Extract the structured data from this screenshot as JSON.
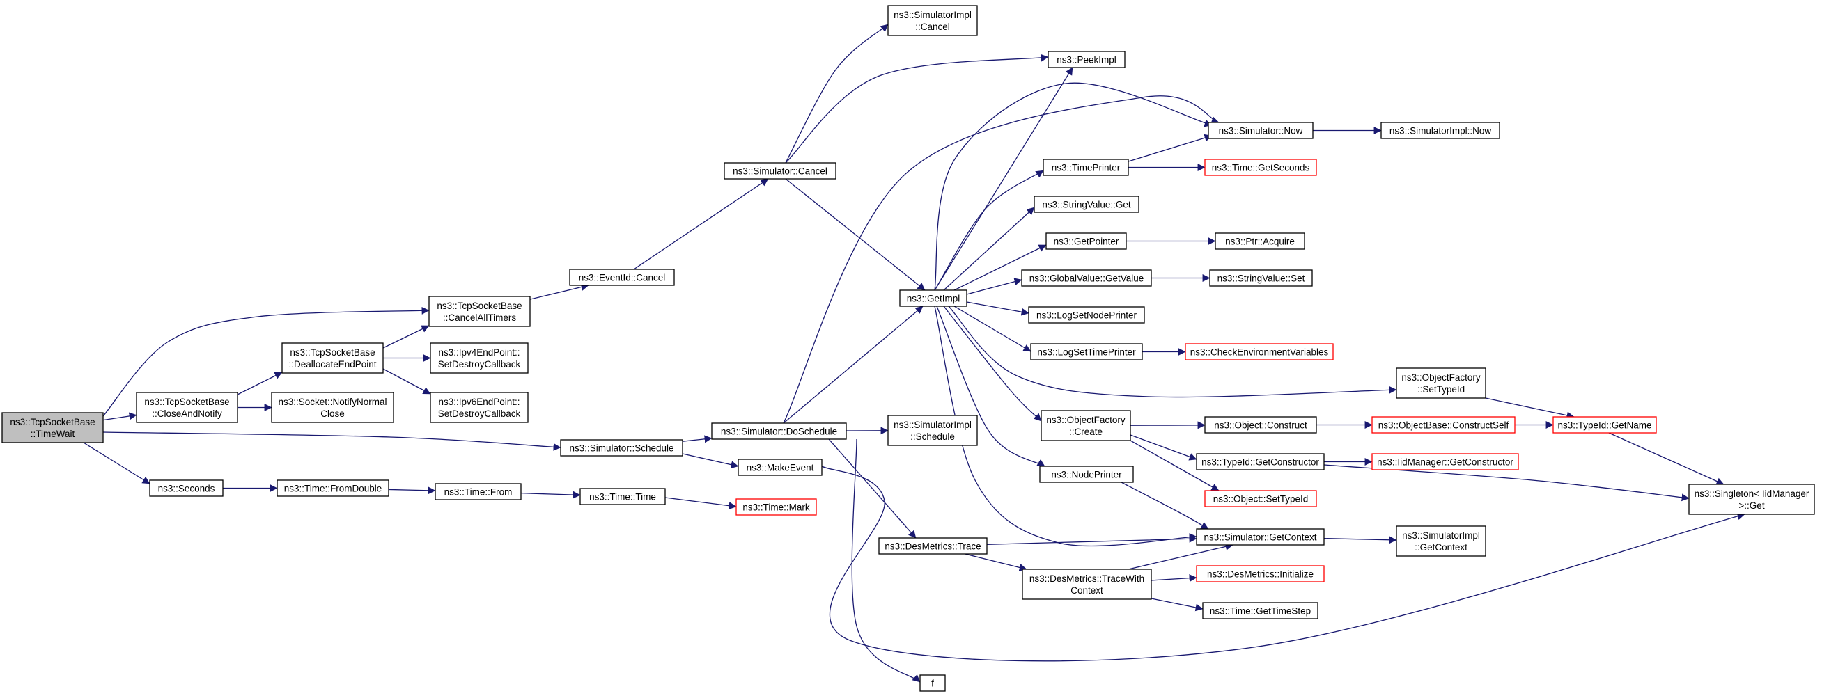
{
  "colors": {
    "edge": "#191970",
    "node_border": "#000000",
    "truncated_border": "#ff0000",
    "root_fill": "#bfbfbf",
    "node_fill": "#ffffff",
    "text": "#000000"
  },
  "nodes": [
    {
      "id": "timewait",
      "lines": [
        "ns3::TcpSocketBase",
        "::TimeWait"
      ],
      "root": true
    },
    {
      "id": "cancelalltimers",
      "lines": [
        "ns3::TcpSocketBase",
        "::CancelAllTimers"
      ]
    },
    {
      "id": "closeandnotify",
      "lines": [
        "ns3::TcpSocketBase",
        "::CloseAndNotify"
      ]
    },
    {
      "id": "simschedule",
      "lines": [
        "ns3::Simulator::Schedule"
      ]
    },
    {
      "id": "seconds",
      "lines": [
        "ns3::Seconds"
      ]
    },
    {
      "id": "eventidcancel",
      "lines": [
        "ns3::EventId::Cancel"
      ]
    },
    {
      "id": "deallocateendpoint",
      "lines": [
        "ns3::TcpSocketBase",
        "::DeallocateEndPoint"
      ]
    },
    {
      "id": "notifynormalclose",
      "lines": [
        "ns3::Socket::NotifyNormal",
        "Close"
      ]
    },
    {
      "id": "ipv4destroy",
      "lines": [
        "ns3::Ipv4EndPoint::",
        "SetDestroyCallback"
      ]
    },
    {
      "id": "ipv6destroy",
      "lines": [
        "ns3::Ipv6EndPoint::",
        "SetDestroyCallback"
      ]
    },
    {
      "id": "fromdouble",
      "lines": [
        "ns3::Time::FromDouble"
      ]
    },
    {
      "id": "timefrom",
      "lines": [
        "ns3::Time::From"
      ]
    },
    {
      "id": "timetime",
      "lines": [
        "ns3::Time::Time"
      ]
    },
    {
      "id": "timemark",
      "lines": [
        "ns3::Time::Mark"
      ],
      "truncated": true
    },
    {
      "id": "simcancel",
      "lines": [
        "ns3::Simulator::Cancel"
      ]
    },
    {
      "id": "dosched",
      "lines": [
        "ns3::Simulator::DoSchedule"
      ]
    },
    {
      "id": "makeevent",
      "lines": [
        "ns3::MakeEvent"
      ]
    },
    {
      "id": "simimplcancel",
      "lines": [
        "ns3::SimulatorImpl",
        "::Cancel"
      ]
    },
    {
      "id": "peekimpl",
      "lines": [
        "ns3::PeekImpl"
      ]
    },
    {
      "id": "getimpl",
      "lines": [
        "ns3::GetImpl"
      ]
    },
    {
      "id": "simimplschedule",
      "lines": [
        "ns3::SimulatorImpl",
        "::Schedule"
      ]
    },
    {
      "id": "destrace",
      "lines": [
        "ns3::DesMetrics::Trace"
      ]
    },
    {
      "id": "f",
      "lines": [
        "f"
      ]
    },
    {
      "id": "simnow",
      "lines": [
        "ns3::Simulator::Now"
      ]
    },
    {
      "id": "timeprinter",
      "lines": [
        "ns3::TimePrinter"
      ]
    },
    {
      "id": "stringvalueget",
      "lines": [
        "ns3::StringValue::Get"
      ]
    },
    {
      "id": "getpointer",
      "lines": [
        "ns3::GetPointer"
      ]
    },
    {
      "id": "globalvalue",
      "lines": [
        "ns3::GlobalValue::GetValue"
      ]
    },
    {
      "id": "logsetnode",
      "lines": [
        "ns3::LogSetNodePrinter"
      ]
    },
    {
      "id": "logsettime",
      "lines": [
        "ns3::LogSetTimePrinter"
      ]
    },
    {
      "id": "ofcreate",
      "lines": [
        "ns3::ObjectFactory",
        "::Create"
      ]
    },
    {
      "id": "nodeprinter",
      "lines": [
        "ns3::NodePrinter"
      ]
    },
    {
      "id": "tracewithcontext",
      "lines": [
        "ns3::DesMetrics::TraceWith",
        "Context"
      ]
    },
    {
      "id": "simimplnow",
      "lines": [
        "ns3::SimulatorImpl::Now"
      ]
    },
    {
      "id": "timegetseconds",
      "lines": [
        "ns3::Time::GetSeconds"
      ],
      "truncated": true
    },
    {
      "id": "ptracquire",
      "lines": [
        "ns3::Ptr::Acquire"
      ]
    },
    {
      "id": "stringvalueset",
      "lines": [
        "ns3::StringValue::Set"
      ]
    },
    {
      "id": "checkenv",
      "lines": [
        "ns3::CheckEnvironmentVariables"
      ],
      "truncated": true
    },
    {
      "id": "objconstruct",
      "lines": [
        "ns3::Object::Construct"
      ]
    },
    {
      "id": "typeidgetconstructor",
      "lines": [
        "ns3::TypeId::GetConstructor"
      ]
    },
    {
      "id": "objsettypeid",
      "lines": [
        "ns3::Object::SetTypeId"
      ],
      "truncated": true
    },
    {
      "id": "simgetcontext",
      "lines": [
        "ns3::Simulator::GetContext"
      ]
    },
    {
      "id": "desinitialize",
      "lines": [
        "ns3::DesMetrics::Initialize"
      ],
      "truncated": true
    },
    {
      "id": "timegettimestep",
      "lines": [
        "ns3::Time::GetTimeStep"
      ]
    },
    {
      "id": "ofsettypeid",
      "lines": [
        "ns3::ObjectFactory",
        "::SetTypeId"
      ]
    },
    {
      "id": "objbaseconstructself",
      "lines": [
        "ns3::ObjectBase::ConstructSelf"
      ],
      "truncated": true
    },
    {
      "id": "iidmanagergetconstructor",
      "lines": [
        "ns3::IidManager::GetConstructor"
      ],
      "truncated": true
    },
    {
      "id": "simimplgetcontext",
      "lines": [
        "ns3::SimulatorImpl",
        "::GetContext"
      ]
    },
    {
      "id": "typeidgetname",
      "lines": [
        "ns3::TypeId::GetName"
      ],
      "truncated": true
    },
    {
      "id": "singletonget",
      "lines": [
        "ns3::Singleton< IidManager",
        ">::Get"
      ]
    }
  ],
  "edges": [
    [
      "timewait",
      "cancelalltimers"
    ],
    [
      "timewait",
      "closeandnotify"
    ],
    [
      "timewait",
      "simschedule"
    ],
    [
      "timewait",
      "seconds"
    ],
    [
      "closeandnotify",
      "deallocateendpoint"
    ],
    [
      "closeandnotify",
      "notifynormalclose"
    ],
    [
      "deallocateendpoint",
      "cancelalltimers"
    ],
    [
      "deallocateendpoint",
      "ipv4destroy"
    ],
    [
      "deallocateendpoint",
      "ipv6destroy"
    ],
    [
      "cancelalltimers",
      "eventidcancel"
    ],
    [
      "eventidcancel",
      "simcancel"
    ],
    [
      "seconds",
      "fromdouble"
    ],
    [
      "fromdouble",
      "timefrom"
    ],
    [
      "timefrom",
      "timetime"
    ],
    [
      "timetime",
      "timemark"
    ],
    [
      "simschedule",
      "dosched"
    ],
    [
      "simschedule",
      "makeevent"
    ],
    [
      "simcancel",
      "simimplcancel"
    ],
    [
      "simcancel",
      "peekimpl"
    ],
    [
      "simcancel",
      "getimpl"
    ],
    [
      "dosched",
      "getimpl"
    ],
    [
      "dosched",
      "simnow"
    ],
    [
      "dosched",
      "simimplschedule"
    ],
    [
      "dosched",
      "destrace"
    ],
    [
      "dosched",
      "f"
    ],
    [
      "makeevent",
      "singletonget"
    ],
    [
      "getimpl",
      "peekimpl"
    ],
    [
      "getimpl",
      "simnow"
    ],
    [
      "getimpl",
      "timeprinter"
    ],
    [
      "getimpl",
      "stringvalueget"
    ],
    [
      "getimpl",
      "getpointer"
    ],
    [
      "getimpl",
      "globalvalue"
    ],
    [
      "getimpl",
      "logsetnode"
    ],
    [
      "getimpl",
      "logsettime"
    ],
    [
      "getimpl",
      "ofsettypeid"
    ],
    [
      "getimpl",
      "ofcreate"
    ],
    [
      "getimpl",
      "nodeprinter"
    ],
    [
      "getimpl",
      "simgetcontext"
    ],
    [
      "timeprinter",
      "simnow"
    ],
    [
      "timeprinter",
      "timegetseconds"
    ],
    [
      "simnow",
      "simimplnow"
    ],
    [
      "getpointer",
      "ptracquire"
    ],
    [
      "globalvalue",
      "stringvalueset"
    ],
    [
      "logsettime",
      "checkenv"
    ],
    [
      "ofcreate",
      "objconstruct"
    ],
    [
      "ofcreate",
      "typeidgetconstructor"
    ],
    [
      "ofcreate",
      "objsettypeid"
    ],
    [
      "nodeprinter",
      "simgetcontext"
    ],
    [
      "objconstruct",
      "objbaseconstructself"
    ],
    [
      "objbaseconstructself",
      "typeidgetname"
    ],
    [
      "ofsettypeid",
      "typeidgetname"
    ],
    [
      "typeidgetname",
      "singletonget"
    ],
    [
      "typeidgetconstructor",
      "iidmanagergetconstructor"
    ],
    [
      "typeidgetconstructor",
      "singletonget"
    ],
    [
      "destrace",
      "simgetcontext"
    ],
    [
      "destrace",
      "tracewithcontext"
    ],
    [
      "tracewithcontext",
      "simgetcontext"
    ],
    [
      "tracewithcontext",
      "desinitialize"
    ],
    [
      "tracewithcontext",
      "timegettimestep"
    ],
    [
      "simgetcontext",
      "simimplgetcontext"
    ]
  ]
}
